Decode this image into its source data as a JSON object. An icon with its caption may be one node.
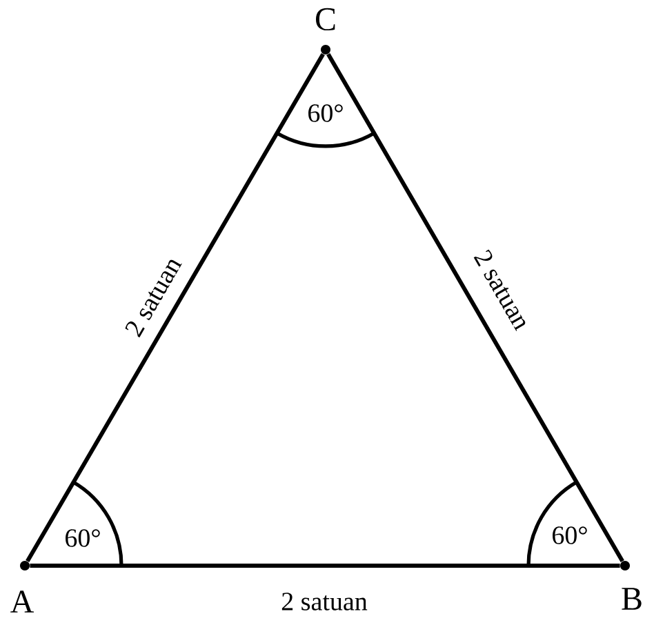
{
  "diagram": {
    "nodes": [
      {
        "text": [],
        "shape": "circle",
        "beside": [
          "A"
        ]
      },
      {
        "text": [],
        "shape": "circle",
        "beside": [
          "B"
        ]
      },
      {
        "text": [],
        "shape": "circle",
        "beside": [
          "C"
        ]
      }
    ],
    "edges": [
      {
        "from": 0,
        "to": 1,
        "arrow": "none",
        "label": "2 satuan"
      },
      {
        "from": 1,
        "to": 2,
        "arrow": "none",
        "label": "2 satuan"
      },
      {
        "from": 2,
        "to": 0,
        "arrow": "none",
        "label": "2 satuan"
      }
    ],
    "labels": [
      "60°",
      "60°",
      "60°"
    ]
  }
}
